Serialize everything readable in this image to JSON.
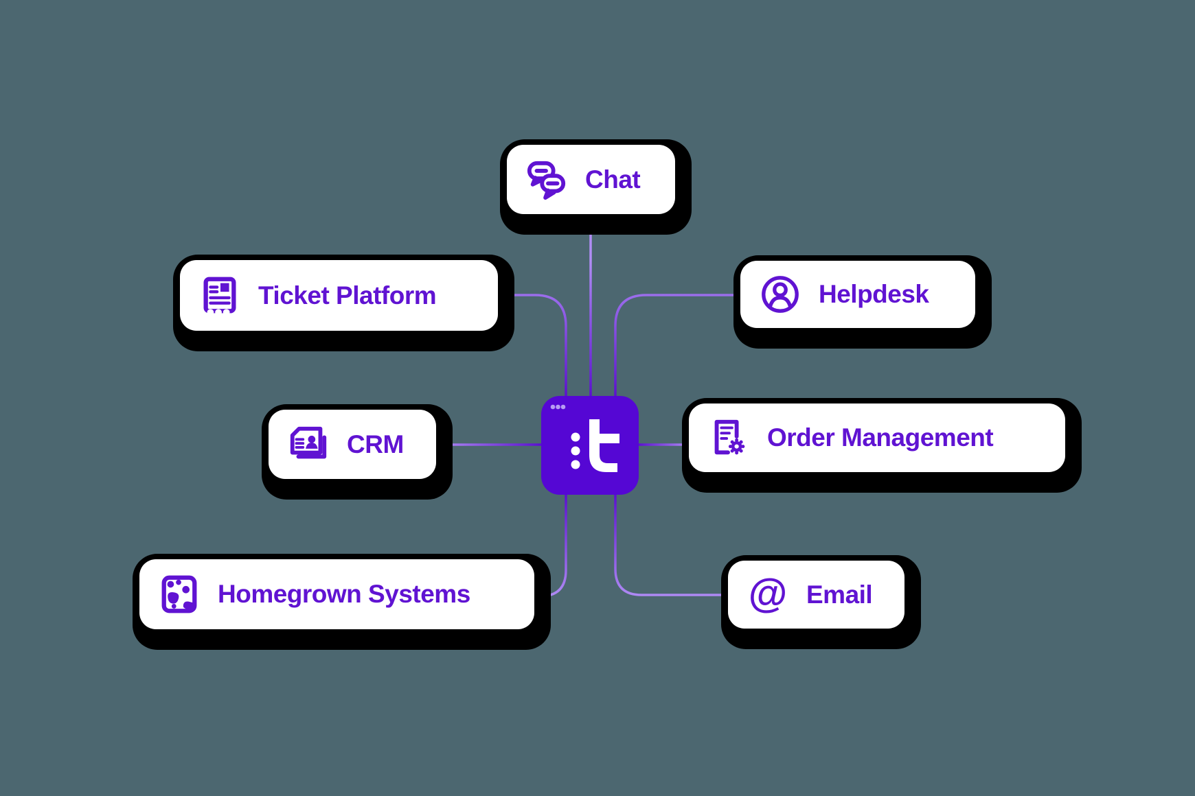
{
  "diagram": {
    "title_hidden": "",
    "hub": {
      "logo": "talkdesk-logo",
      "logo_letter": "t"
    },
    "at_glyph": "@",
    "nodes": [
      {
        "id": "chat",
        "label": "Chat",
        "icon": "chat-bubbles-icon"
      },
      {
        "id": "ticket-platform",
        "label": "Ticket Platform",
        "icon": "receipt-icon"
      },
      {
        "id": "helpdesk",
        "label": "Helpdesk",
        "icon": "user-circle-icon"
      },
      {
        "id": "crm",
        "label": "CRM",
        "icon": "contact-card-icon"
      },
      {
        "id": "order-management",
        "label": "Order Management",
        "icon": "document-gear-icon"
      },
      {
        "id": "homegrown-systems",
        "label": "Homegrown Systems",
        "icon": "homegrown-blob-icon"
      },
      {
        "id": "email",
        "label": "Email",
        "icon": "at-sign-icon"
      }
    ]
  },
  "colors": {
    "background": "#4C6770",
    "card_bg": "#FFFFFF",
    "shadow": "#000000",
    "accent": "#6013D2",
    "hub_bg": "#5507D4",
    "connector_light": "#B18DF5",
    "connector_dark": "#5A0ECF",
    "hub_dot_white": "#FFFFFF",
    "hub_window_dots": "#B79DF3"
  }
}
